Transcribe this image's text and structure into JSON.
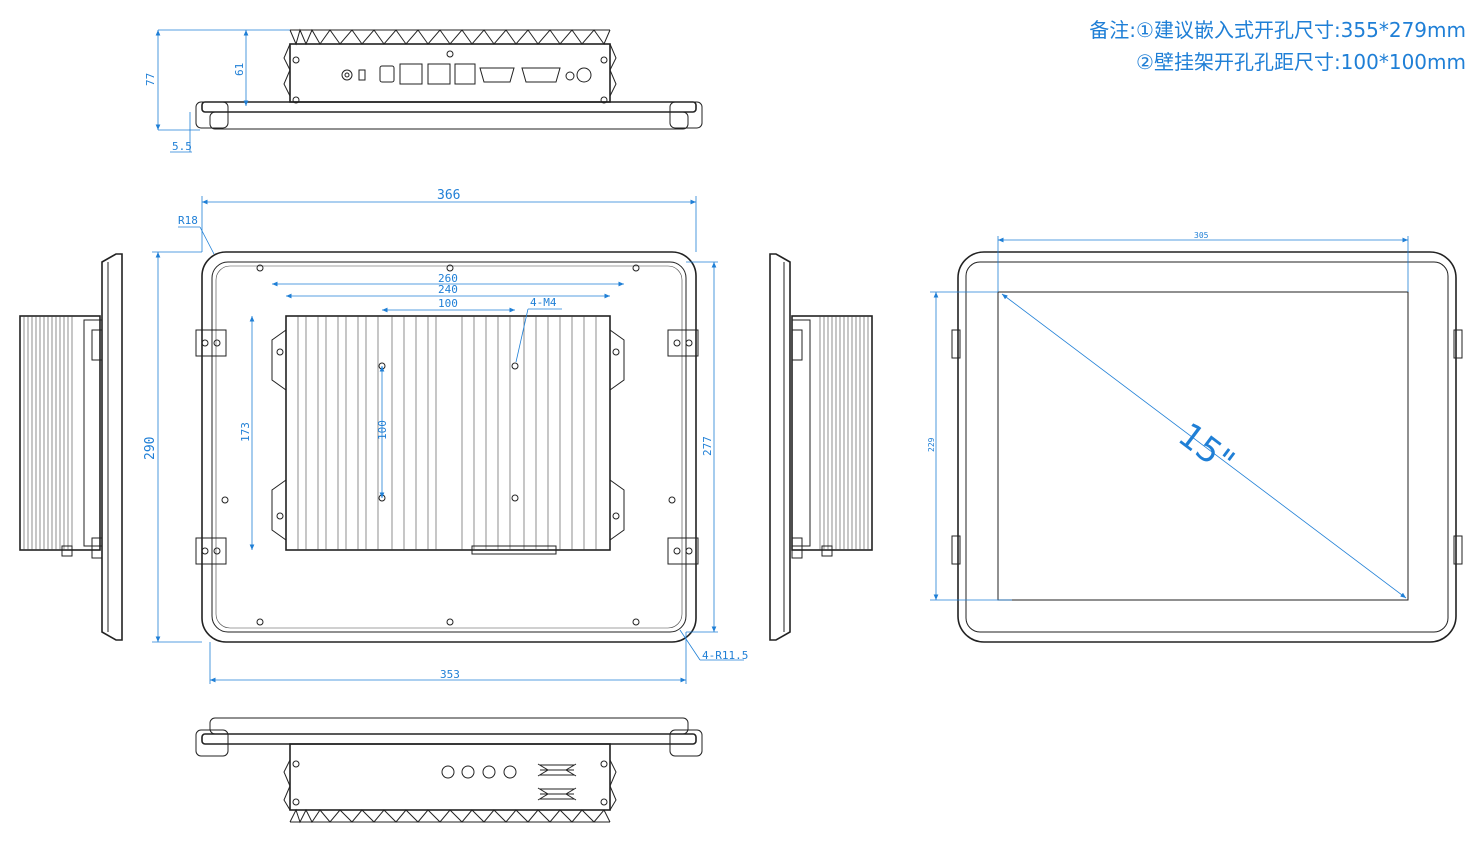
{
  "notes": {
    "line1": "备注:①建议嵌入式开孔尺寸:355*279mm",
    "line2": "②壁挂架开孔孔距尺寸:100*100mm"
  },
  "dimensions": {
    "top_height": "77",
    "top_body": "61",
    "top_flange": "5.5",
    "overall_width": "366",
    "corner_radius": "R18",
    "overall_height": "290",
    "holes_260": "260",
    "holes_240": "240",
    "holes_100_h": "100",
    "mount_screws": "4-M4",
    "height_173": "173",
    "holes_100_v": "100",
    "height_277": "277",
    "width_353": "353",
    "corner_radius_small": "4-R11.5",
    "screen_width": "305",
    "screen_height": "229",
    "diagonal": "15\""
  },
  "colors": {
    "dimension": "#1f7fd6",
    "outline": "#222222"
  }
}
